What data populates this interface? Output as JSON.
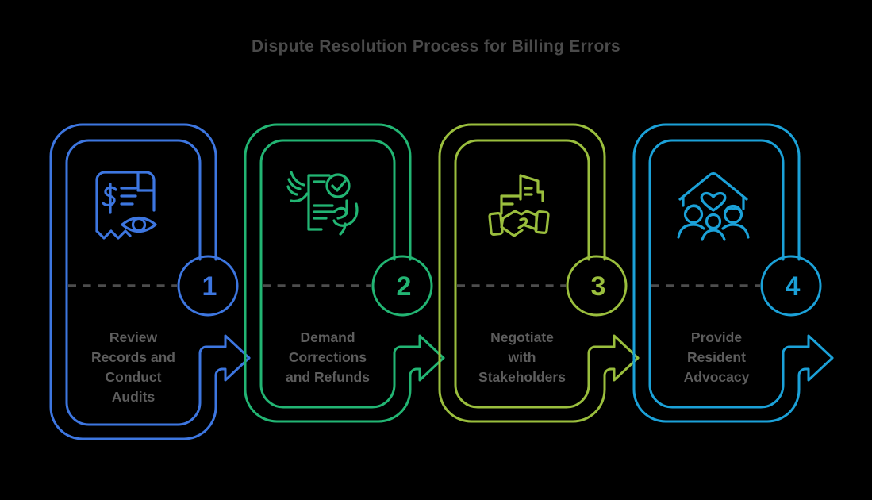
{
  "title": "Dispute Resolution Process for Billing Errors",
  "background": "#000000",
  "title_color": "#4a4a4a",
  "label_color": "#5d5d5d",
  "dash_color": "#4d4d4d",
  "steps": [
    {
      "number": "1",
      "label_lines": [
        "Review",
        "Records and",
        "Conduct",
        "Audits"
      ],
      "color": "#3d76e0",
      "icon": "receipt-dollar-eye-icon"
    },
    {
      "number": "2",
      "label_lines": [
        "Demand",
        "Corrections",
        "and Refunds"
      ],
      "color": "#22b573",
      "icon": "document-hands-check-icon"
    },
    {
      "number": "3",
      "label_lines": [
        "Negotiate",
        "with",
        "Stakeholders"
      ],
      "color": "#9abe3d",
      "icon": "buildings-handshake-icon"
    },
    {
      "number": "4",
      "label_lines": [
        "Provide",
        "Resident",
        "Advocacy"
      ],
      "color": "#1ba1d8",
      "icon": "home-family-heart-icon"
    }
  ]
}
